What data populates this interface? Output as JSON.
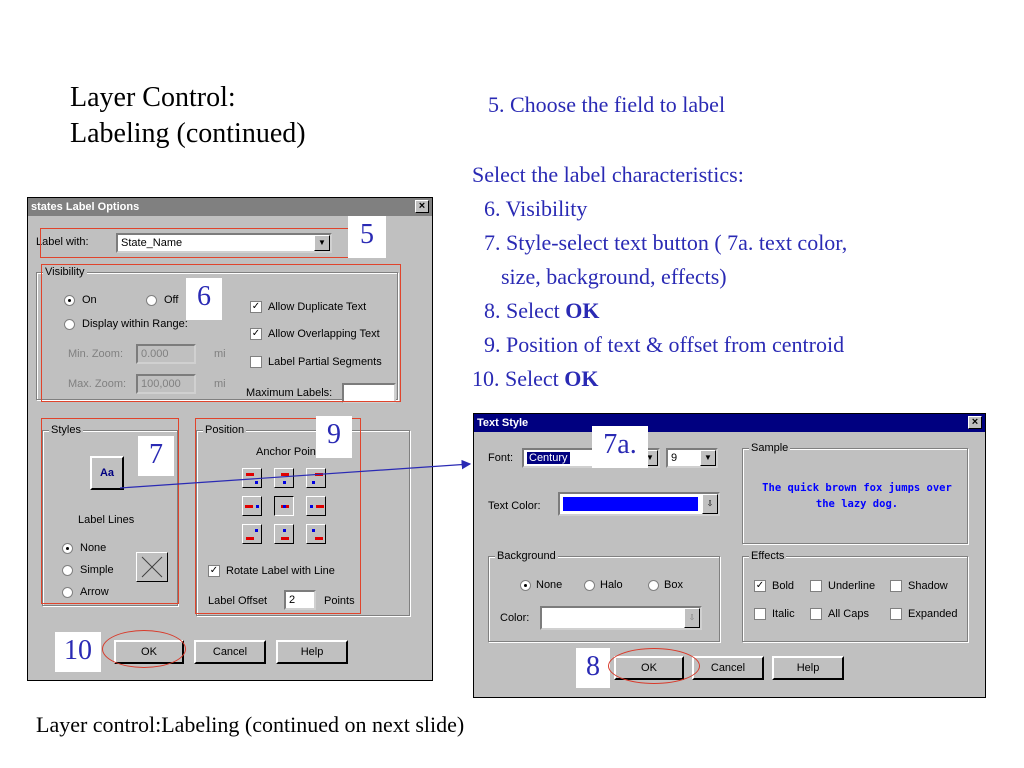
{
  "slide": {
    "title_line1": "Layer Control:",
    "title_line2": "Labeling (continued)",
    "step5": "5. Choose the field to label",
    "select_heading": "Select the label characteristics:",
    "step6": "6. Visibility",
    "step7": "7. Style-select text button ( 7a.  text color,",
    "step7_cont": "size, background, effects)",
    "step8_prefix": "8. Select ",
    "step8_bold": "OK",
    "step9": "9. Position of text & offset from centroid",
    "step10_prefix": "10.  Select ",
    "step10_bold": "OK",
    "caption": "Layer control:Labeling (continued on next slide)",
    "callouts": {
      "c5": "5",
      "c6": "6",
      "c7": "7",
      "c9": "9",
      "c10": "10",
      "c7a": "7a.",
      "c8": "8"
    }
  },
  "label_options": {
    "title": "states Label Options",
    "close": "×",
    "label_with": "Label with:",
    "label_with_value": "State_Name",
    "visibility_group": "Visibility",
    "on": "On",
    "off": "Off",
    "display_range": "Display within Range:",
    "min_zoom": "Min. Zoom:",
    "min_zoom_value": "0.000",
    "max_zoom": "Max. Zoom:",
    "max_zoom_value": "100,000",
    "unit": "mi",
    "allow_duplicate": "Allow Duplicate Text",
    "allow_overlapping": "Allow Overlapping Text",
    "label_partial": "Label Partial Segments",
    "max_labels": "Maximum Labels:",
    "max_labels_value": "",
    "styles_group": "Styles",
    "aa_button": "Aa",
    "label_lines": "Label Lines",
    "none": "None",
    "simple": "Simple",
    "arrow": "Arrow",
    "position_group": "Position",
    "anchor_point": "Anchor Point",
    "rotate_label": "Rotate Label with Line",
    "label_offset": "Label Offset",
    "label_offset_value": "2",
    "points": "Points",
    "ok": "OK",
    "cancel": "Cancel",
    "help": "Help"
  },
  "text_style": {
    "title": "Text Style",
    "close": "×",
    "font": "Font:",
    "font_value": "Century",
    "size_value": "9",
    "text_color": "Text Color:",
    "text_color_hex": "#0000ff",
    "sample_group": "Sample",
    "sample_text": "The quick brown fox jumps over the lazy dog.",
    "sample_color": "#0000ff",
    "background_group": "Background",
    "none": "None",
    "halo": "Halo",
    "box": "Box",
    "color": "Color:",
    "effects_group": "Effects",
    "bold": "Bold",
    "underline": "Underline",
    "shadow": "Shadow",
    "italic": "Italic",
    "all_caps": "All Caps",
    "expanded": "Expanded",
    "ok": "OK",
    "cancel": "Cancel",
    "help": "Help"
  },
  "colors": {
    "callout_blue": "#2a2ab4",
    "callout_red": "#e0442c",
    "title_bar": "#000080"
  }
}
